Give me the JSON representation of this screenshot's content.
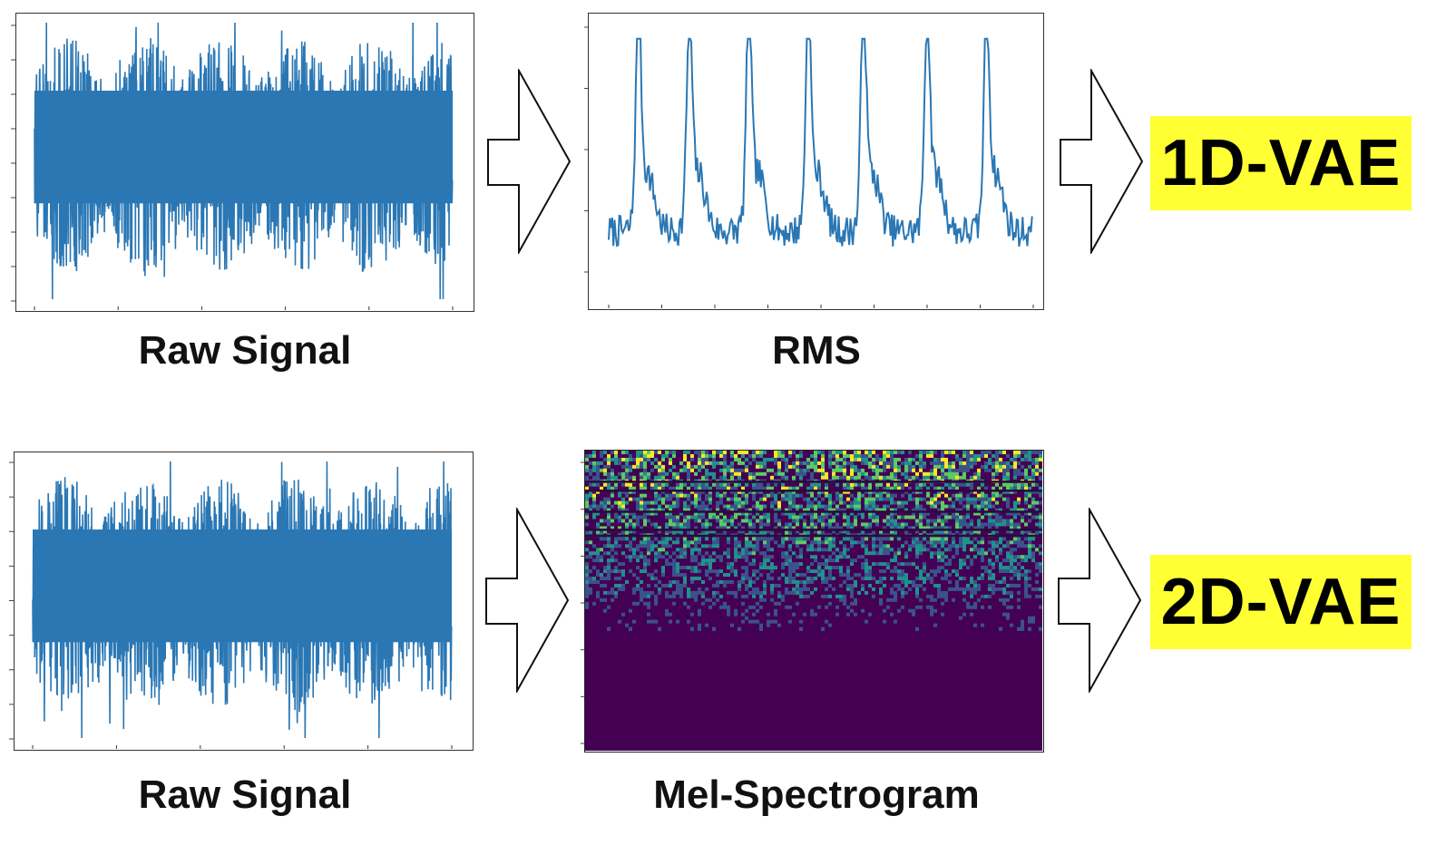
{
  "rows": [
    {
      "input_caption": "Raw Signal",
      "feature_caption": "RMS",
      "model_label": "1D-VAE"
    },
    {
      "input_caption": "Raw Signal",
      "feature_caption": "Mel-Spectrogram",
      "model_label": "2D-VAE"
    }
  ],
  "colors": {
    "signal": "#2a77b4",
    "model_highlight": "#ffff33",
    "spectrogram_low": "#440154",
    "spectrogram_mid": "#21918c",
    "spectrogram_high": "#fde725"
  }
}
